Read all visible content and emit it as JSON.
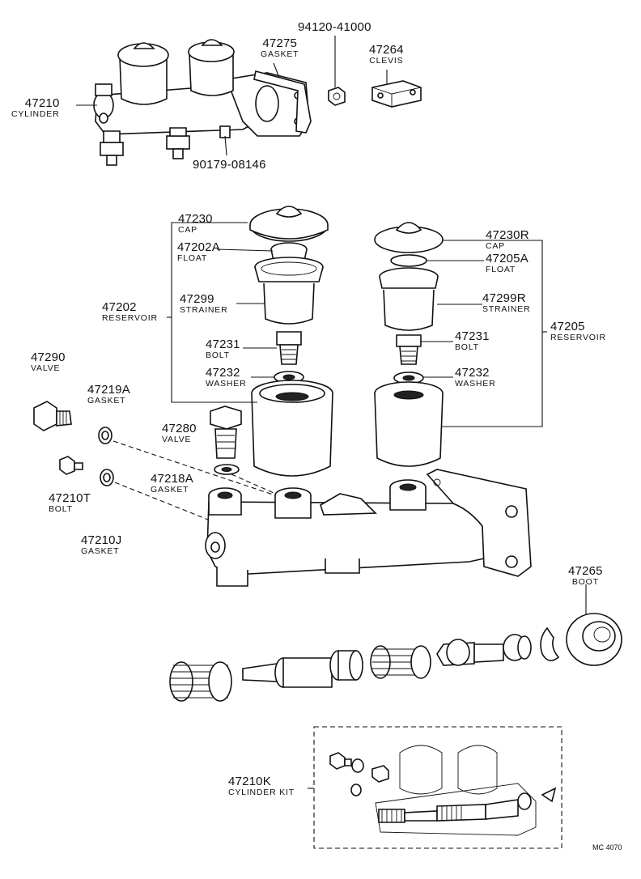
{
  "labels": {
    "p47210": {
      "num": "47210",
      "name": "CYLINDER"
    },
    "p47275": {
      "num": "47275",
      "name": "GASKET"
    },
    "p94120": {
      "num": "94120-41000"
    },
    "p47264": {
      "num": "47264",
      "name": "CLEVIS"
    },
    "p90179": {
      "num": "90179-08146"
    },
    "p47230": {
      "num": "47230",
      "name": "CAP"
    },
    "p47202A": {
      "num": "47202A",
      "name": "FLOAT"
    },
    "p47299": {
      "num": "47299",
      "name": "STRAINER"
    },
    "p47202": {
      "num": "47202",
      "name": "RESERVOIR"
    },
    "p47231L": {
      "num": "47231",
      "name": "BOLT"
    },
    "p47232L": {
      "num": "47232",
      "name": "WASHER"
    },
    "p47230R": {
      "num": "47230R",
      "name": "CAP"
    },
    "p47205A": {
      "num": "47205A",
      "name": "FLOAT"
    },
    "p47299R": {
      "num": "47299R",
      "name": "STRAINER"
    },
    "p47205": {
      "num": "47205",
      "name": "RESERVOIR"
    },
    "p47231R": {
      "num": "47231",
      "name": "BOLT"
    },
    "p47232R": {
      "num": "47232",
      "name": "WASHER"
    },
    "p47290": {
      "num": "47290",
      "name": "VALVE"
    },
    "p47219A": {
      "num": "47219A",
      "name": "GASKET"
    },
    "p47280": {
      "num": "47280",
      "name": "VALVE"
    },
    "p47218A": {
      "num": "47218A",
      "name": "GASKET"
    },
    "p47210T": {
      "num": "47210T",
      "name": "BOLT"
    },
    "p47210J": {
      "num": "47210J",
      "name": "GASKET"
    },
    "p47265": {
      "num": "47265",
      "name": "BOOT"
    },
    "p47210K": {
      "num": "47210K",
      "name": "CYLINDER KIT"
    }
  },
  "figure_code": "MC 4070"
}
